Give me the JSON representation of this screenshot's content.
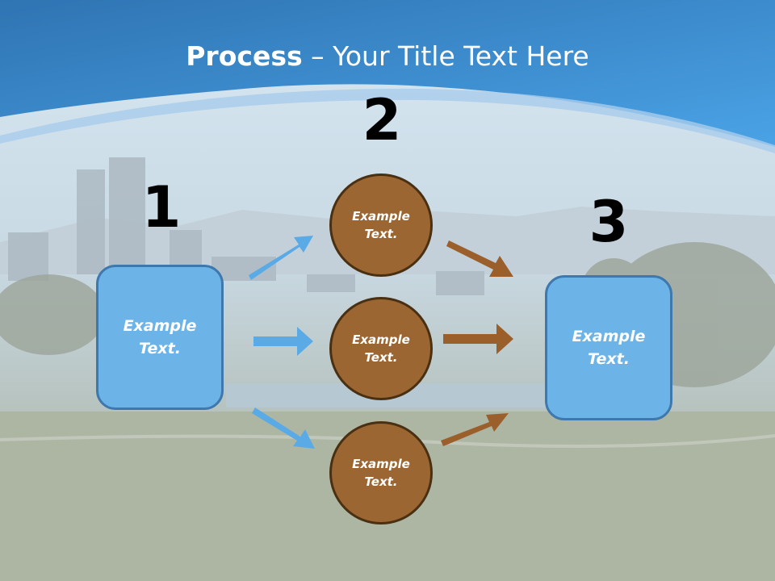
{
  "slide": {
    "title_bold": "Process",
    "title_rest": " – Your Title Text Here",
    "step_numbers": [
      "1",
      "2",
      "3"
    ],
    "left_box_label": "Example\nText.",
    "right_box_label": "Example\nText.",
    "circle_labels": [
      "Example\nText.",
      "Example\nText.",
      "Example\nText."
    ]
  },
  "colors": {
    "header_blue": "#3f8fd8",
    "box_fill": "#6cb4e8",
    "box_border": "#3e78ad",
    "circle_fill": "#9b6631",
    "circle_border": "#4a3012",
    "blue_arrow": "#5aaae6",
    "brown_arrow": "#9b5f2b"
  }
}
